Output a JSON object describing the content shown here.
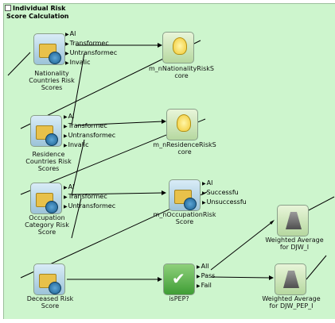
{
  "group": {
    "title_line1": "Individual Risk",
    "title_line2": "Score Calculation"
  },
  "nodes": {
    "nationality": {
      "label_line1": "Nationality",
      "label_line2": "Countries Risk",
      "label_line3": "Scores",
      "ports": [
        "Al",
        "Transformec",
        "Untransformec",
        "Invalic"
      ]
    },
    "nationality_score": {
      "label_line1": "m_nNationalityRiskS",
      "label_line2": "core"
    },
    "residence": {
      "label_line1": "Residence",
      "label_line2": "Countries Risk",
      "label_line3": "Scores",
      "ports": [
        "Al",
        "Transformec",
        "Untransformec",
        "Invalic"
      ]
    },
    "residence_score": {
      "label_line1": "m_nResidenceRiskS",
      "label_line2": "core"
    },
    "occupation": {
      "label_line1": "Occupation",
      "label_line2": "Category Risk",
      "label_line3": "Score",
      "ports": [
        "Al",
        "Transformec",
        "Untransformec"
      ]
    },
    "occupation_score": {
      "label_line1": "m_nOccupationRisk",
      "label_line2": "Score",
      "ports": [
        "Al",
        "Successfu",
        "Unsuccessfu"
      ]
    },
    "deceased": {
      "label_line1": "Deceased Risk",
      "label_line2": "Score"
    },
    "ispep": {
      "label_line1": "isPEP?",
      "ports": [
        "All",
        "Pass",
        "Fail"
      ]
    },
    "weighted_avg_i": {
      "label_line1": "Weighted Average",
      "label_line2": "for DJW_I"
    },
    "weighted_avg_pep": {
      "label_line1": "Weighted Average",
      "label_line2": "for DJW_PEP_I"
    }
  }
}
